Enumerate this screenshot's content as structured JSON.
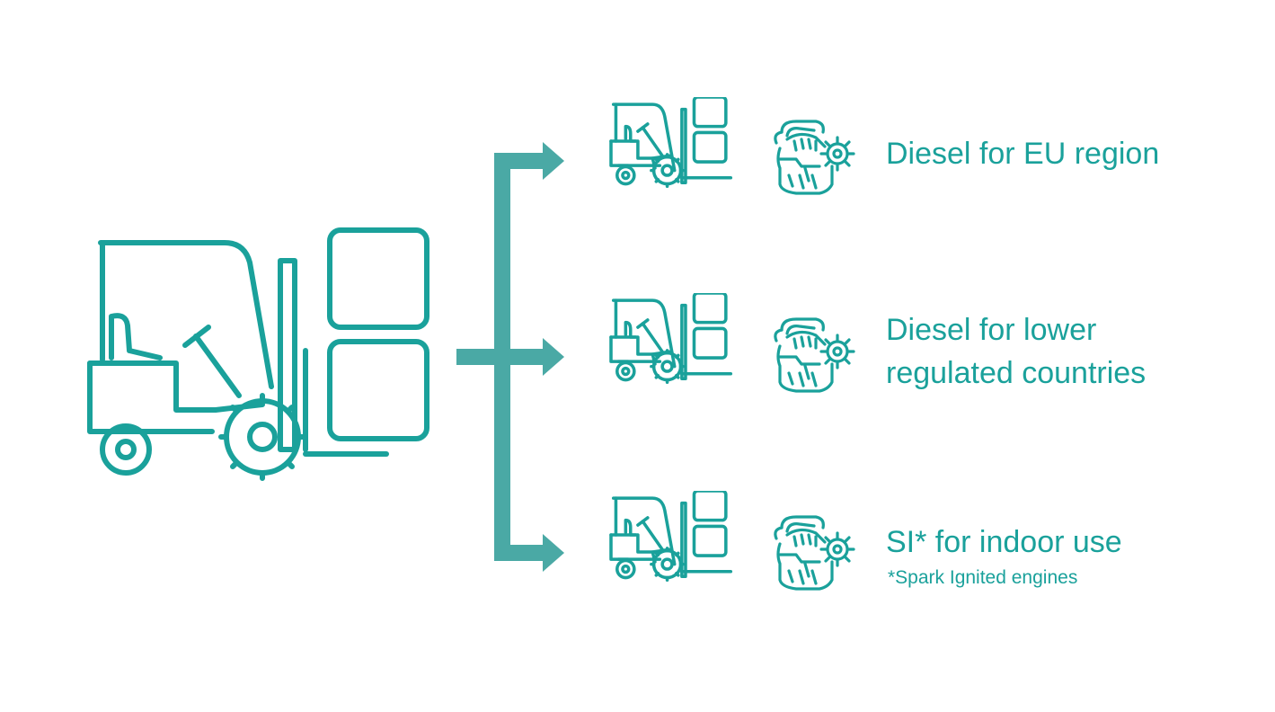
{
  "colors": {
    "accent": "#1aa19b",
    "connector": "#4aa9a5",
    "background": "#ffffff"
  },
  "source": {
    "icon": "forklift-icon"
  },
  "outputs": [
    {
      "forklift_icon": "forklift-icon",
      "engine_icon": "engine-icon",
      "label_lines": [
        "Diesel for EU region"
      ]
    },
    {
      "forklift_icon": "forklift-icon",
      "engine_icon": "engine-icon",
      "label_lines": [
        "Diesel for lower",
        "regulated countries"
      ]
    },
    {
      "forklift_icon": "forklift-icon",
      "engine_icon": "engine-icon",
      "label_lines": [
        "SI* for indoor use"
      ],
      "footnote": "*Spark Ignited engines"
    }
  ]
}
